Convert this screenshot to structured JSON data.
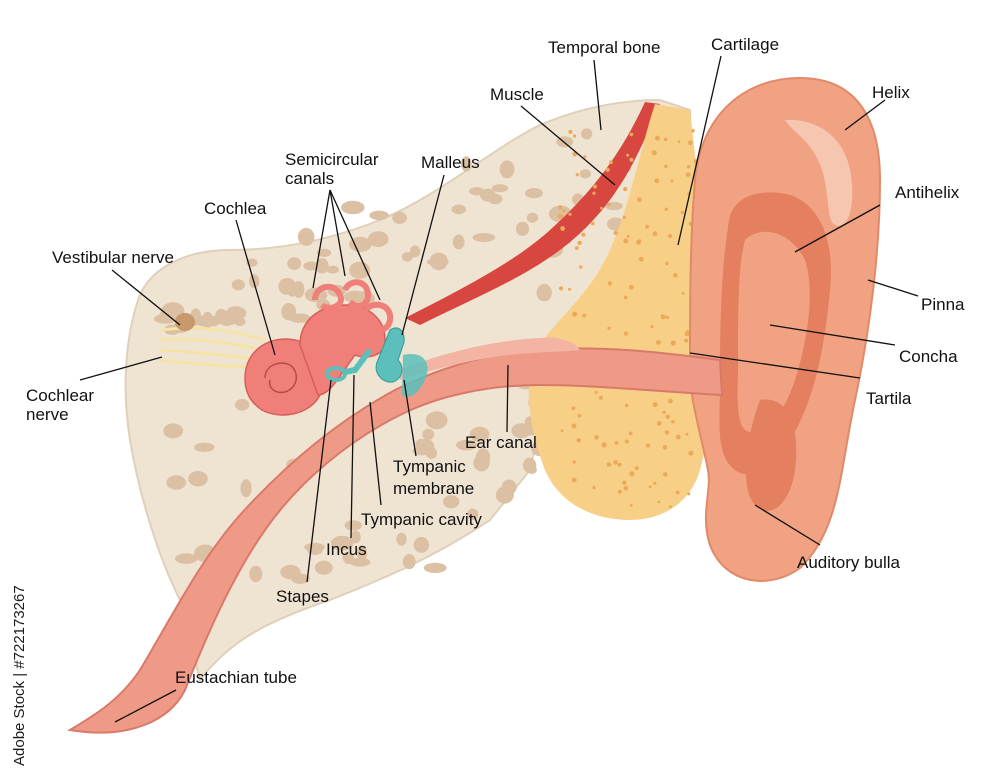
{
  "colors": {
    "bone_fill": "#efe3d2",
    "bone_holes": "#dcc0a4",
    "tube_fill": "#ef9a86",
    "tube_edge": "#d9796a",
    "cartilage": "#f8cf86",
    "cartilage_dots": "#eaa95b",
    "muscle": "#d8473f",
    "pinna": "#f0a282",
    "pinna_inner": "#e47f5f",
    "ossicles": "#5bc0bc",
    "cochlea": "#ef7f78"
  },
  "labels": {
    "temporal_bone": "Temporal bone",
    "cartilage": "Cartilage",
    "helix": "Helix",
    "muscle": "Muscle",
    "semicircular_canals_line1": "Semicircular",
    "semicircular_canals_line2": "canals",
    "malleus": "Malleus",
    "cochlea": "Cochlea",
    "antihelix": "Antihelix",
    "vestibular_nerve": "Vestibular nerve",
    "pinna": "Pinna",
    "concha": "Concha",
    "cochlear_nerve_line1": "Cochlear",
    "cochlear_nerve_line2": "nerve",
    "tartila": "Tartila",
    "ear_canal": "Ear canal",
    "tympanic_membrane_line1": "Tympanic",
    "tympanic_membrane_line2": "membrane",
    "tympanic_cavity": "Tympanic cavity",
    "incus": "Incus",
    "auditory_bulla": "Auditory bulla",
    "stapes": "Stapes",
    "eustachian_tube": "Eustachian tube"
  },
  "watermark": {
    "text": "Adobe Stock | #722173267"
  }
}
